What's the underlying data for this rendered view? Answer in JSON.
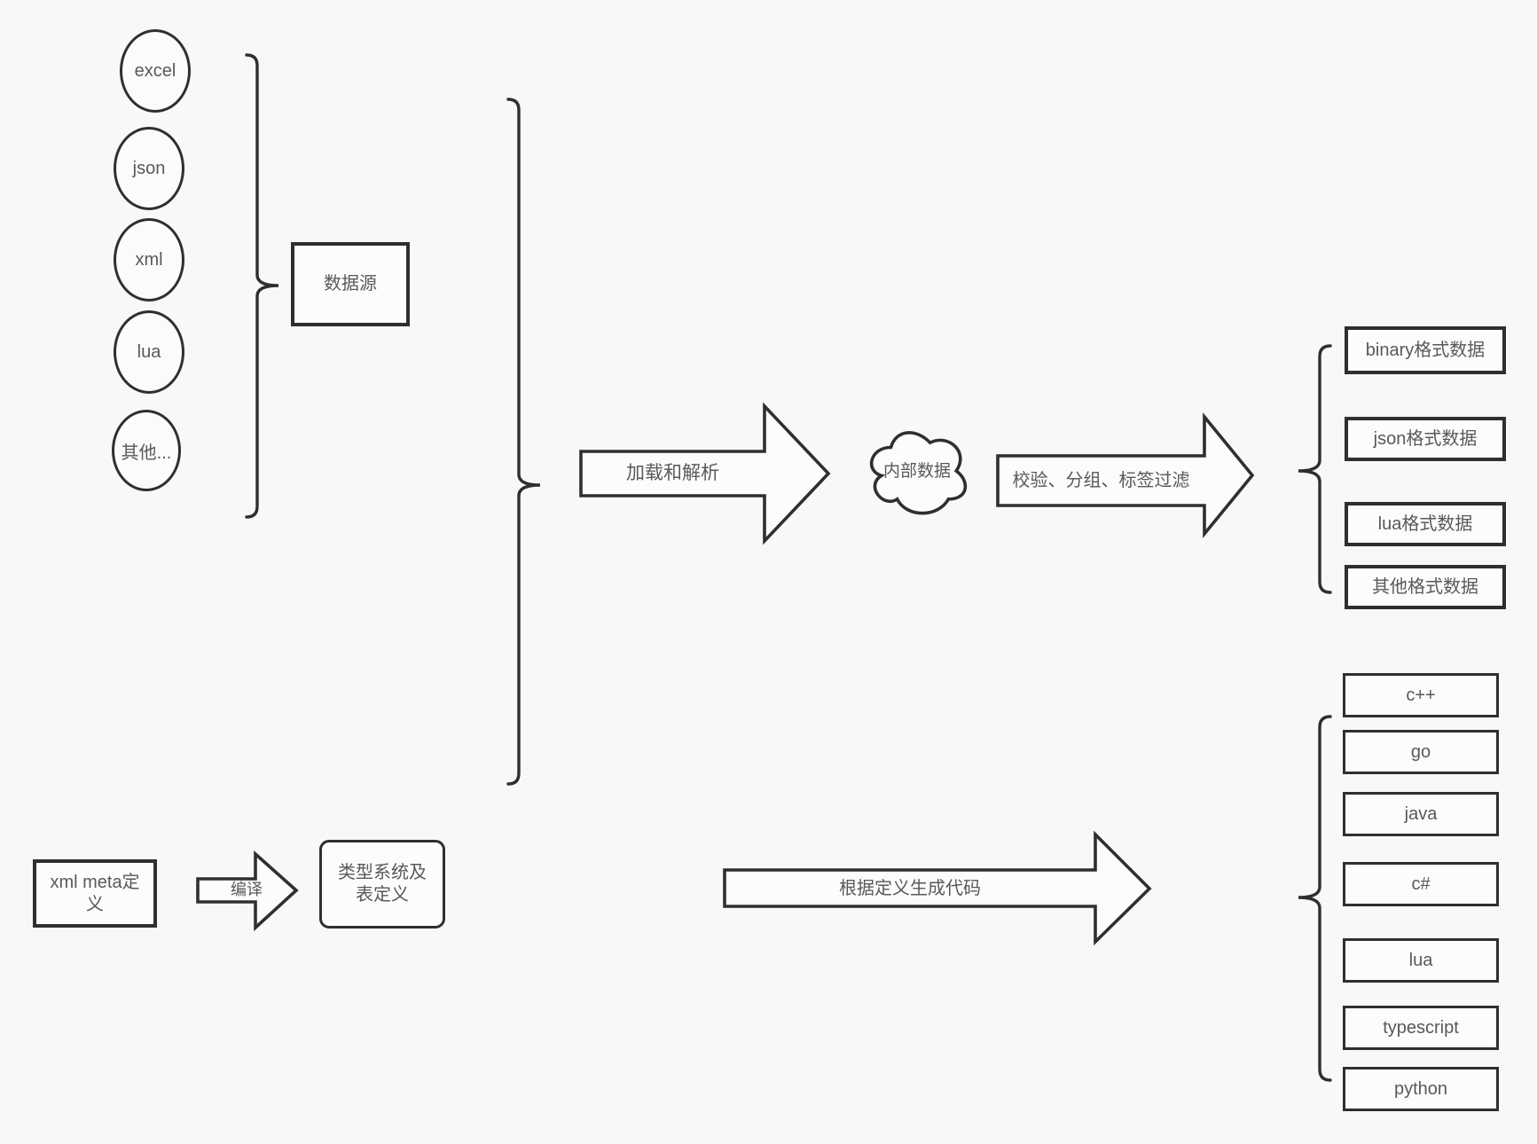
{
  "diagram": {
    "sources": {
      "nodes": [
        "excel",
        "json",
        "xml",
        "lua",
        "其他..."
      ],
      "group_box": "数据源"
    },
    "flow": {
      "load_parse_arrow": "加载和解析",
      "internal_data_cloud": "内部数据",
      "process_arrow": "校验、分组、标签过滤",
      "output_formats": [
        "binary格式数据",
        "json格式数据",
        "lua格式数据",
        "其他格式数据"
      ]
    },
    "definition": {
      "xml_meta_box": "xml meta定义",
      "compile_arrow": "编译",
      "type_system_box": "类型系统及表定义",
      "codegen_arrow": "根据定义生成代码",
      "languages": [
        "c++",
        "go",
        "java",
        "c#",
        "lua",
        "typescript",
        "python"
      ]
    },
    "colors": {
      "background": "#f8f8f8",
      "stroke": "#2f2f2f",
      "shape_fill": "#fcfcfc",
      "text": "#595959"
    }
  }
}
